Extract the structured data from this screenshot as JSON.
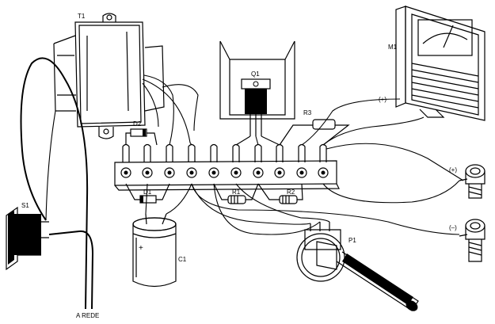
{
  "diagram": {
    "labels": {
      "t1": "T1",
      "m1": "M1",
      "q1": "Q1",
      "d2": "D2",
      "r3": "R3",
      "s1": "S1",
      "d1": "D1",
      "r1": "R1",
      "r2": "R2",
      "c1": "C1",
      "c1_plus": "+",
      "p1": "P1",
      "meter_plus": "(+)",
      "terminal_plus": "(+)",
      "terminal_minus": "(–)",
      "mains": "A REDE"
    }
  }
}
